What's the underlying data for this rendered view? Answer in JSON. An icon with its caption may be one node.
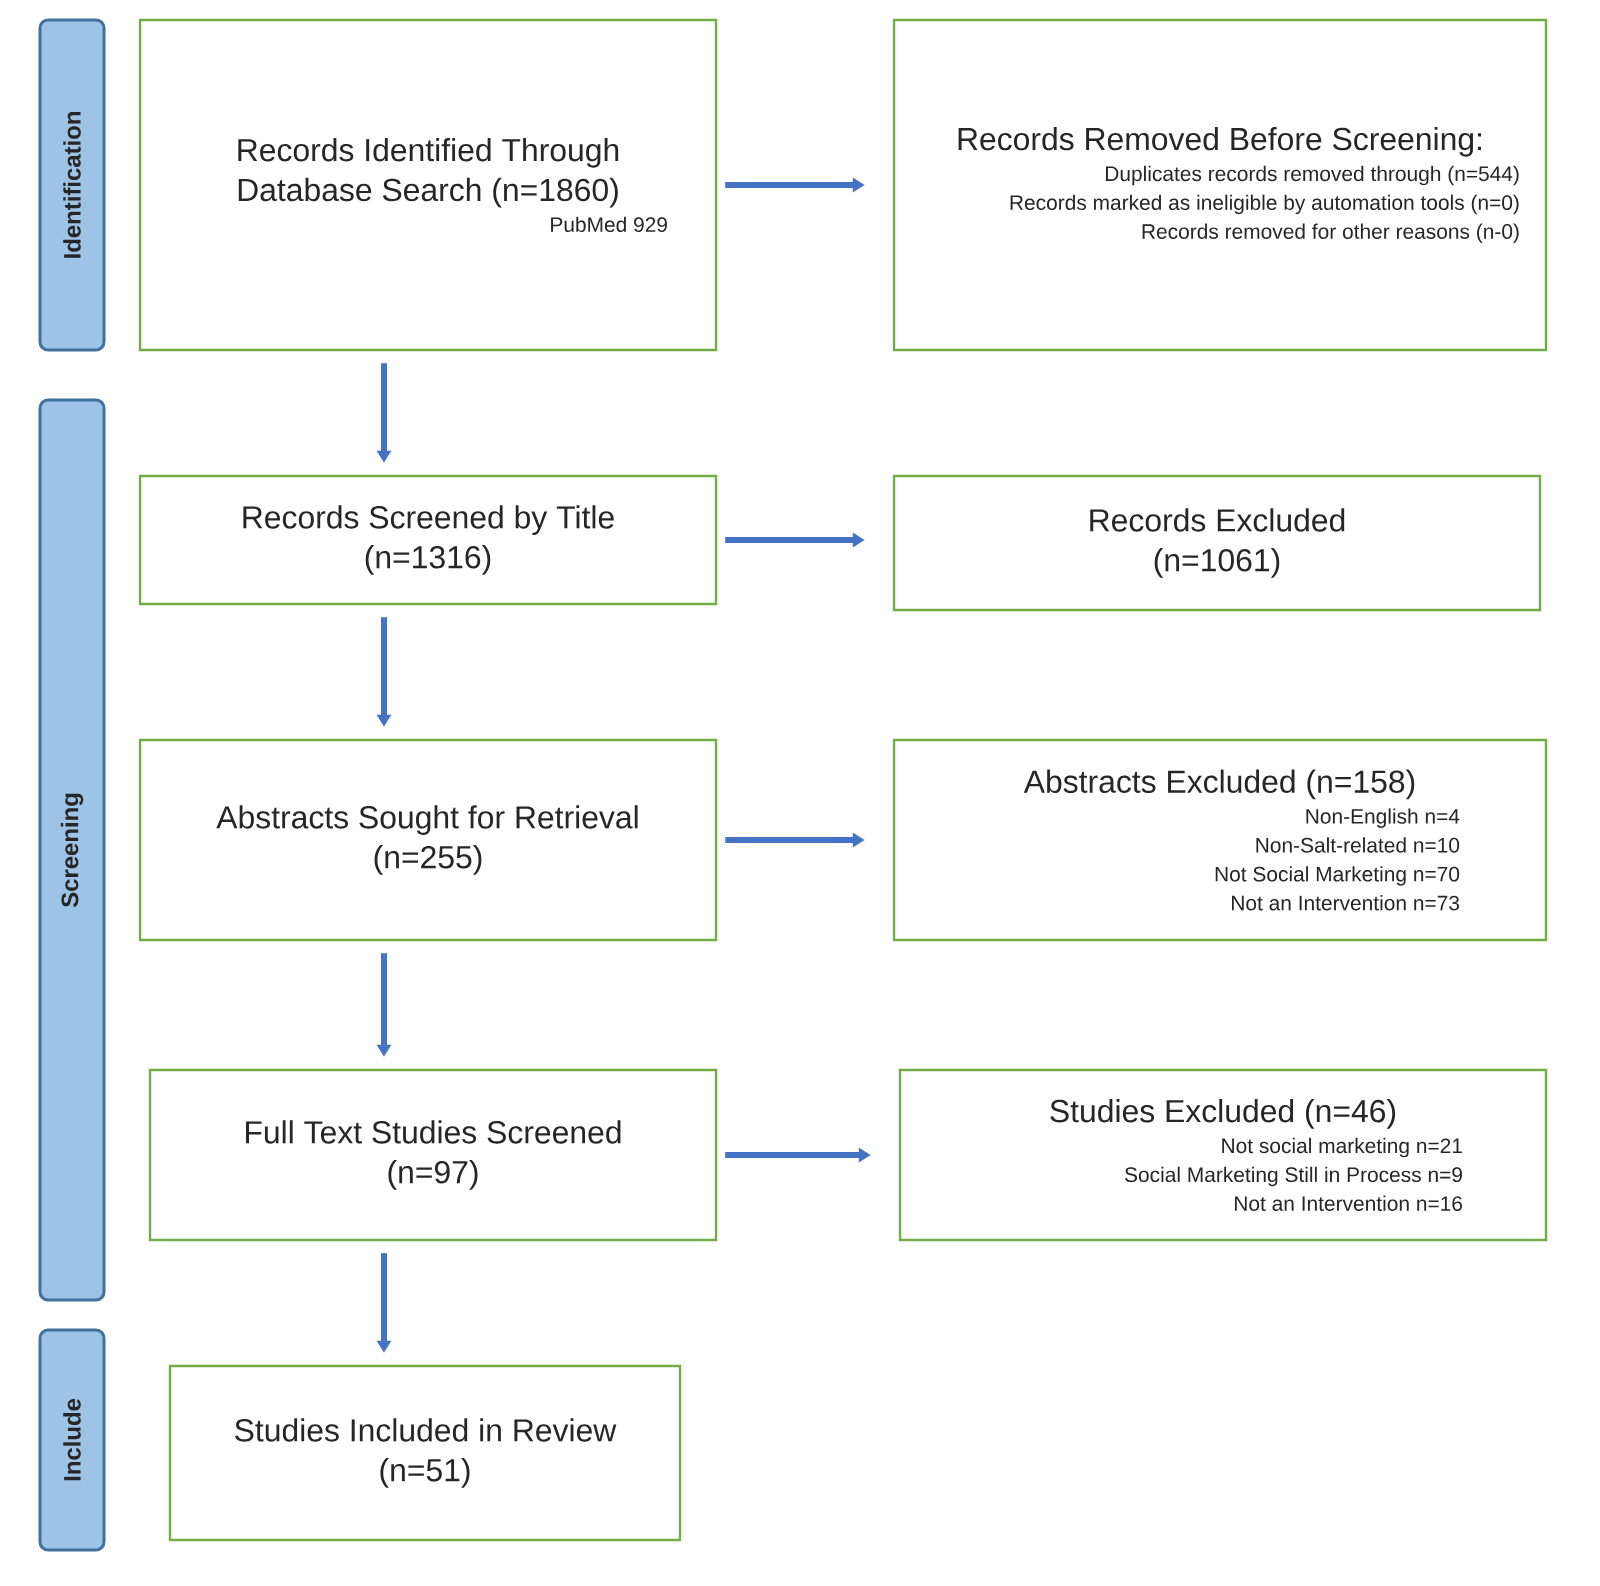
{
  "diagram": {
    "nodes": [
      {
        "text": [
          "Identification"
        ]
      },
      {
        "text": [
          "Screening"
        ]
      },
      {
        "text": [
          "Include"
        ]
      },
      {
        "text": [
          "Records Identified Through Database Search (n=1860)",
          "PubMed 929"
        ]
      },
      {
        "text": [
          "Records Removed Before Screening:",
          "Duplicates records removed through (n=544)",
          "Records marked as ineligible by automation tools (n=0)",
          "Records removed for other reasons (n-0)"
        ]
      },
      {
        "text": [
          "Records Screened by Title (n=1316)"
        ]
      },
      {
        "text": [
          "Records Excluded (n=1061)"
        ]
      },
      {
        "text": [
          "Abstracts Sought for Retrieval (n=255)"
        ]
      },
      {
        "text": [
          "Abstracts Excluded (n=158)",
          "Non-English n=4",
          "Non-Salt-related n=10",
          "Not Social Marketing n=70",
          "Not an Intervention n=73"
        ]
      },
      {
        "text": [
          "Full Text Studies Screened (n=97)"
        ]
      },
      {
        "text": [
          "Studies Excluded (n=46)",
          "Not social marketing n=21",
          "Social Marketing Still in Process n=9",
          "Not an Intervention n=16"
        ]
      },
      {
        "text": [
          "Studies Included in Review (n=51)"
        ]
      }
    ],
    "edges": [
      {
        "from": 3,
        "to": 4,
        "arrow": "to"
      },
      {
        "from": 3,
        "to": 5,
        "arrow": "to"
      },
      {
        "from": 5,
        "to": 6,
        "arrow": "to"
      },
      {
        "from": 5,
        "to": 7,
        "arrow": "to"
      },
      {
        "from": 7,
        "to": 8,
        "arrow": "to"
      },
      {
        "from": 7,
        "to": 9,
        "arrow": "to"
      },
      {
        "from": 9,
        "to": 10,
        "arrow": "to"
      },
      {
        "from": 9,
        "to": 11,
        "arrow": "to"
      }
    ]
  }
}
